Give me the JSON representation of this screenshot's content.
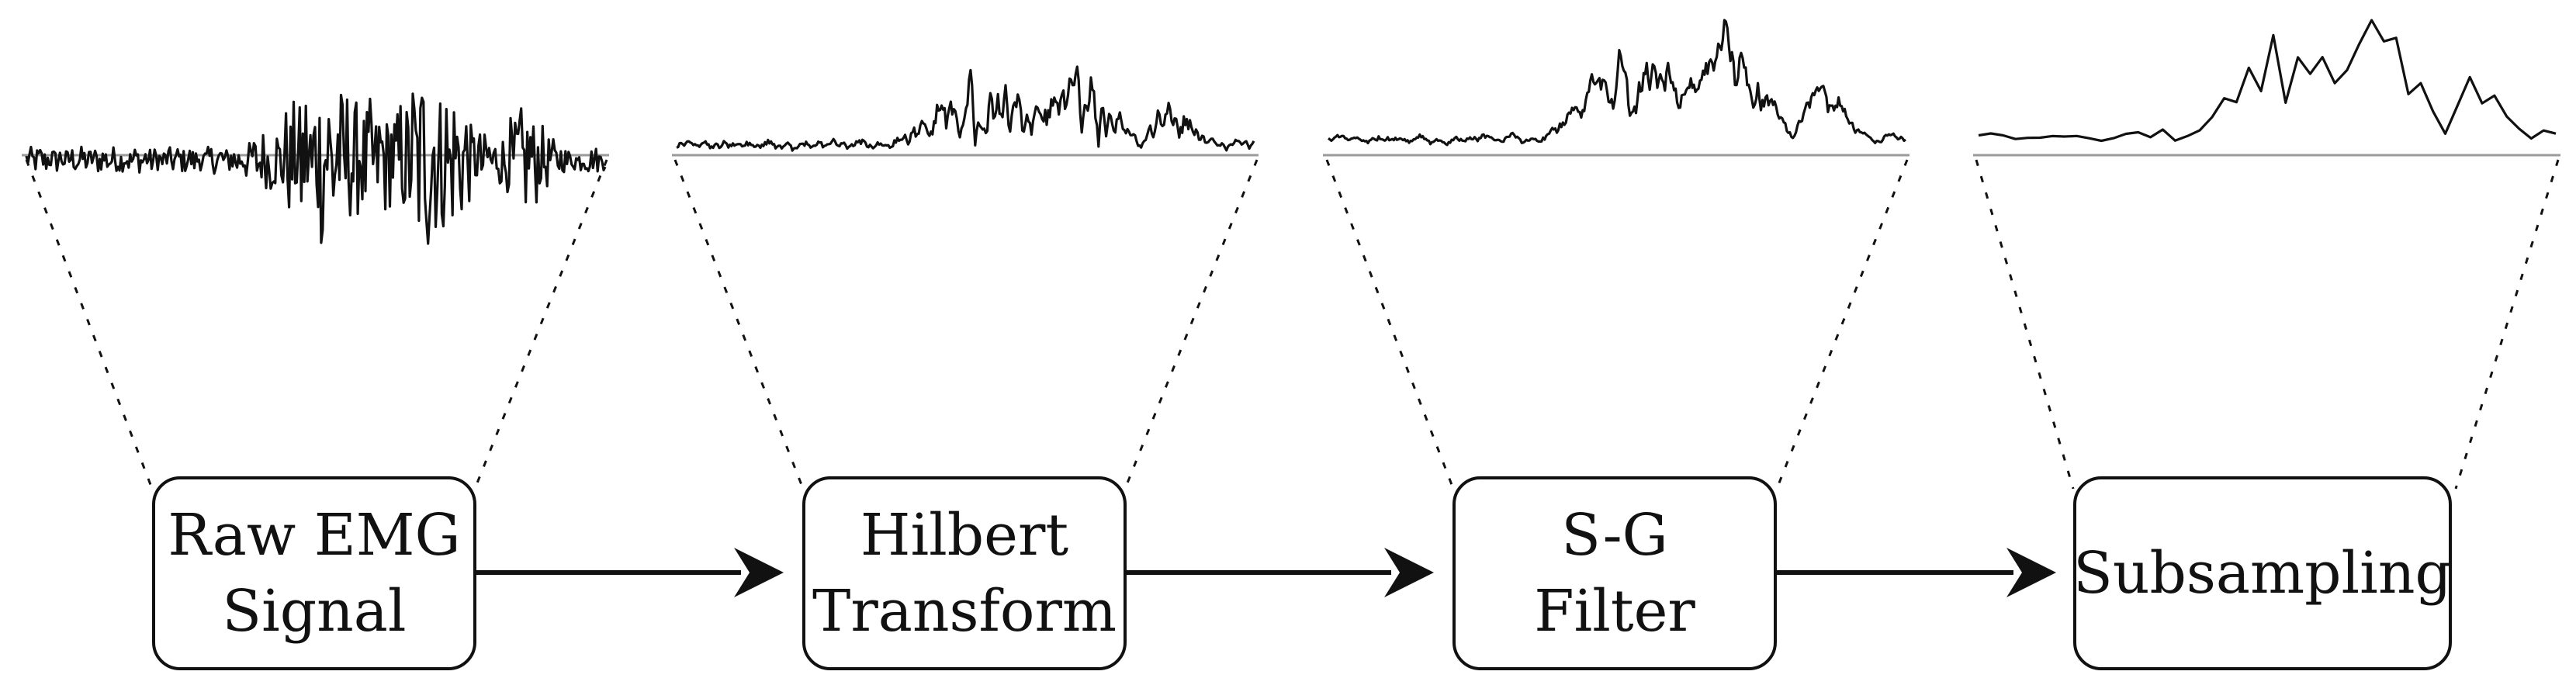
{
  "stages": [
    {
      "id": "raw",
      "lines": [
        "Raw EMG",
        "Signal"
      ],
      "waveform": "raw"
    },
    {
      "id": "hilbert",
      "lines": [
        "Hilbert",
        "Transform"
      ],
      "waveform": "hilbert"
    },
    {
      "id": "sg",
      "lines": [
        "S-G",
        "Filter"
      ],
      "waveform": "sg"
    },
    {
      "id": "subsampling",
      "lines": [
        "Subsampling"
      ],
      "waveform": "subsampled"
    }
  ],
  "colors": {
    "ink": "#111111",
    "baseline": "#9a9a9a"
  }
}
